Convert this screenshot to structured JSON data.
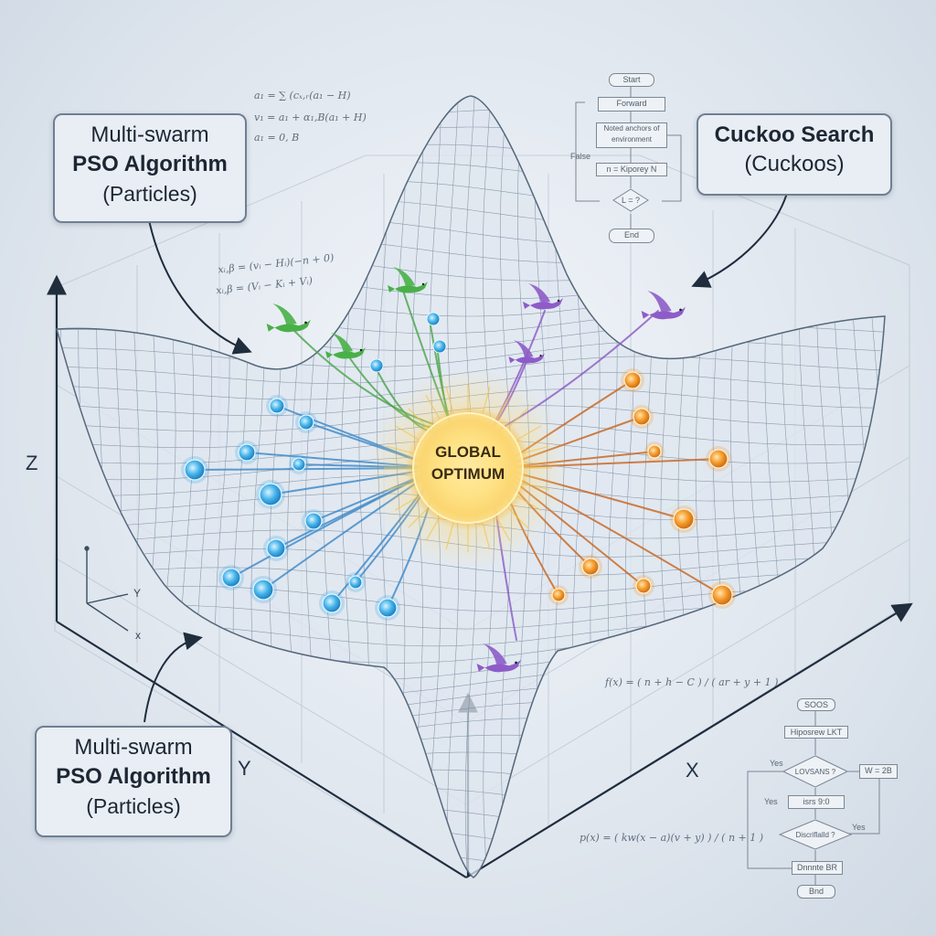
{
  "callouts": {
    "pso_top": {
      "line1": "Multi-swarm",
      "line2": "PSO Algorithm",
      "line3": "(Particles)"
    },
    "pso_bottom": {
      "line1": "Multi-swarm",
      "line2": "PSO Algorithm",
      "line3": "(Particles)"
    },
    "cuckoo": {
      "line1": "Cuckoo Search",
      "line2": "(Cuckoos)"
    }
  },
  "center": {
    "line1": "GLOBAL",
    "line2": "OPTIMUM"
  },
  "axes": {
    "z": "Z",
    "y": "Y",
    "x": "X",
    "mini_y": "Y",
    "mini_x": "x"
  },
  "equations": {
    "top_1": "a₁ = ∑ (cₓ,ᵣ(a₁ − H)",
    "top_2": "v₁ = a₁ + α₁,B(a₁ + H)",
    "top_3": "a₁ = 0, B",
    "left_1": "xᵢ,β = (vᵢ − Hᵢ)(−n + 0)",
    "left_2": "xᵢ,β = (Vᵢ − Kᵢ + Vᵢ)",
    "right_1": "f(x) = ( n + h − C ) / ( ar + y + 1 )",
    "right_2": "p(x) = ( kw(x − a)(v + y) ) / ( n + 1 )"
  },
  "flowchart_top": {
    "start": "Start",
    "forward": "Forward",
    "box3": "Noted anchors of environment",
    "false_label": "False",
    "box4": "n = Kiporey N",
    "diamond": "L = ?",
    "end": "End"
  },
  "flowchart_bottom": {
    "start": "SOOS",
    "box1": "Hiposrew LKT",
    "yes_left": "Yes",
    "diamond1": "LOVSANS ?",
    "box_right": "W = 2B",
    "box2": "isrs 9:0",
    "yes_mid": "Yes",
    "diamond2": "Discriflalld ?",
    "yes_right": "Yes",
    "box3": "Dnnnte BR",
    "end": "Bnd"
  },
  "colors": {
    "pso_particle": "#3fa9e6",
    "cuckoo_orange": "#f39a2a",
    "cuckoo_purple": "#8e5cc8",
    "green_bird": "#49b048",
    "optimum_glow": "#ffd34d"
  }
}
